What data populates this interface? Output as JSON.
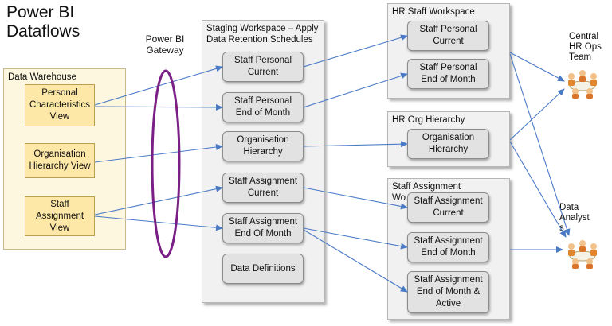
{
  "title": "Power BI\nDataflows",
  "gateway_label": "Power BI\nGateway",
  "warehouse": {
    "title": "Data Warehouse",
    "personal": "Personal\nCharacteristics\nView",
    "org": "Organisation\nHierarchy View",
    "assign": "Staff\nAssignment\nView"
  },
  "staging": {
    "title": "Staging Workspace – Apply\nData Retention Schedules",
    "sp_cur": "Staff Personal\nCurrent",
    "sp_eom": "Staff Personal\nEnd of Month",
    "org": "Organisation\nHierarchy",
    "sa_cur": "Staff Assignment\nCurrent",
    "sa_eom": "Staff Assignment\nEnd Of Month",
    "defs": "Data Definitions"
  },
  "hr_staff": {
    "title": "HR Staff Workspace",
    "sp_cur": "Staff Personal\nCurrent",
    "sp_eom": "Staff Personal\nEnd of Month"
  },
  "hr_org": {
    "title": "HR Org Hierarchy",
    "org": "Organisation\nHierarchy"
  },
  "sa_ws": {
    "title": "Staff Assignment\nWo",
    "cur": "Staff Assignment\nCurrent",
    "eom": "Staff Assignment\nEnd of Month",
    "eom_active": "Staff Assignment\nEnd of Month &\nActive"
  },
  "actors": {
    "hr_ops": "Central\nHR Ops\nTeam",
    "analysts": "Data\nAnalyst\ns"
  },
  "colors": {
    "arrow": "#4a7ac6",
    "gateway": "#7a1f86",
    "warehouse_fill": "#fdf7df",
    "yellow_box": "#fde8a8",
    "panel": "#f1f1f1",
    "grey_box": "#e2e2e2"
  }
}
